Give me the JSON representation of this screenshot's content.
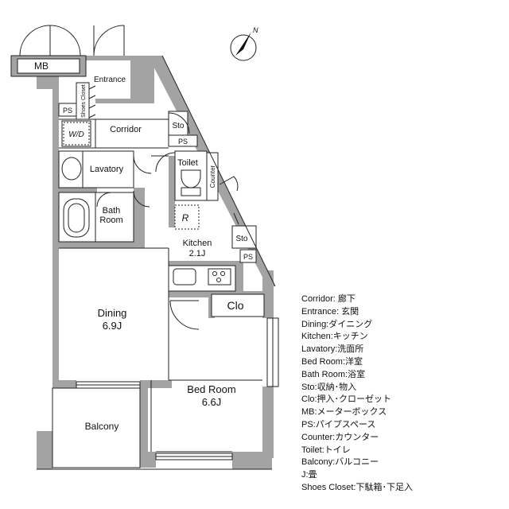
{
  "rooms": {
    "mb": "MB",
    "entrance": "Entrance",
    "ps_entrance": "PS",
    "shoes_closet": "Shoes Closet",
    "corridor": "Corridor",
    "sto_upper": "Sto",
    "ps_upper": "PS",
    "wd": "W/D",
    "lavatory": "Lavatory",
    "toilet": "Toilet",
    "counter": "Counter",
    "bath_line1": "Bath",
    "bath_line2": "Room",
    "refrigerator": "R",
    "sto_lower": "Sto",
    "kitchen": "Kitchen",
    "kitchen_size": "2.1J",
    "ps_lower": "PS",
    "dining": "Dining",
    "dining_size": "6.9J",
    "clo": "Clo",
    "bedroom": "Bed Room",
    "bedroom_size": "6.6J",
    "balcony": "Balcony"
  },
  "compass": {
    "label": "N"
  },
  "legend": [
    "Corridor: 廊下",
    "Entrance: 玄関",
    "Dining:ダイニング",
    "Kitchen:キッチン",
    "Lavatory:洗面所",
    "Bed Room:洋室",
    "Bath Room:浴室",
    "Sto:収納･物入",
    "Clo:押入･クローゼット",
    "MB:メーターボックス",
    "PS:パイプスペース",
    "Counter:カウンター",
    "Toilet:トイレ",
    "Balcony:バルコニー",
    "J:畳",
    "Shoes Closet:下駄箱･下足入"
  ],
  "colors": {
    "wall": "#a3a3a3",
    "line": "#222222",
    "fixture": "#555555"
  }
}
